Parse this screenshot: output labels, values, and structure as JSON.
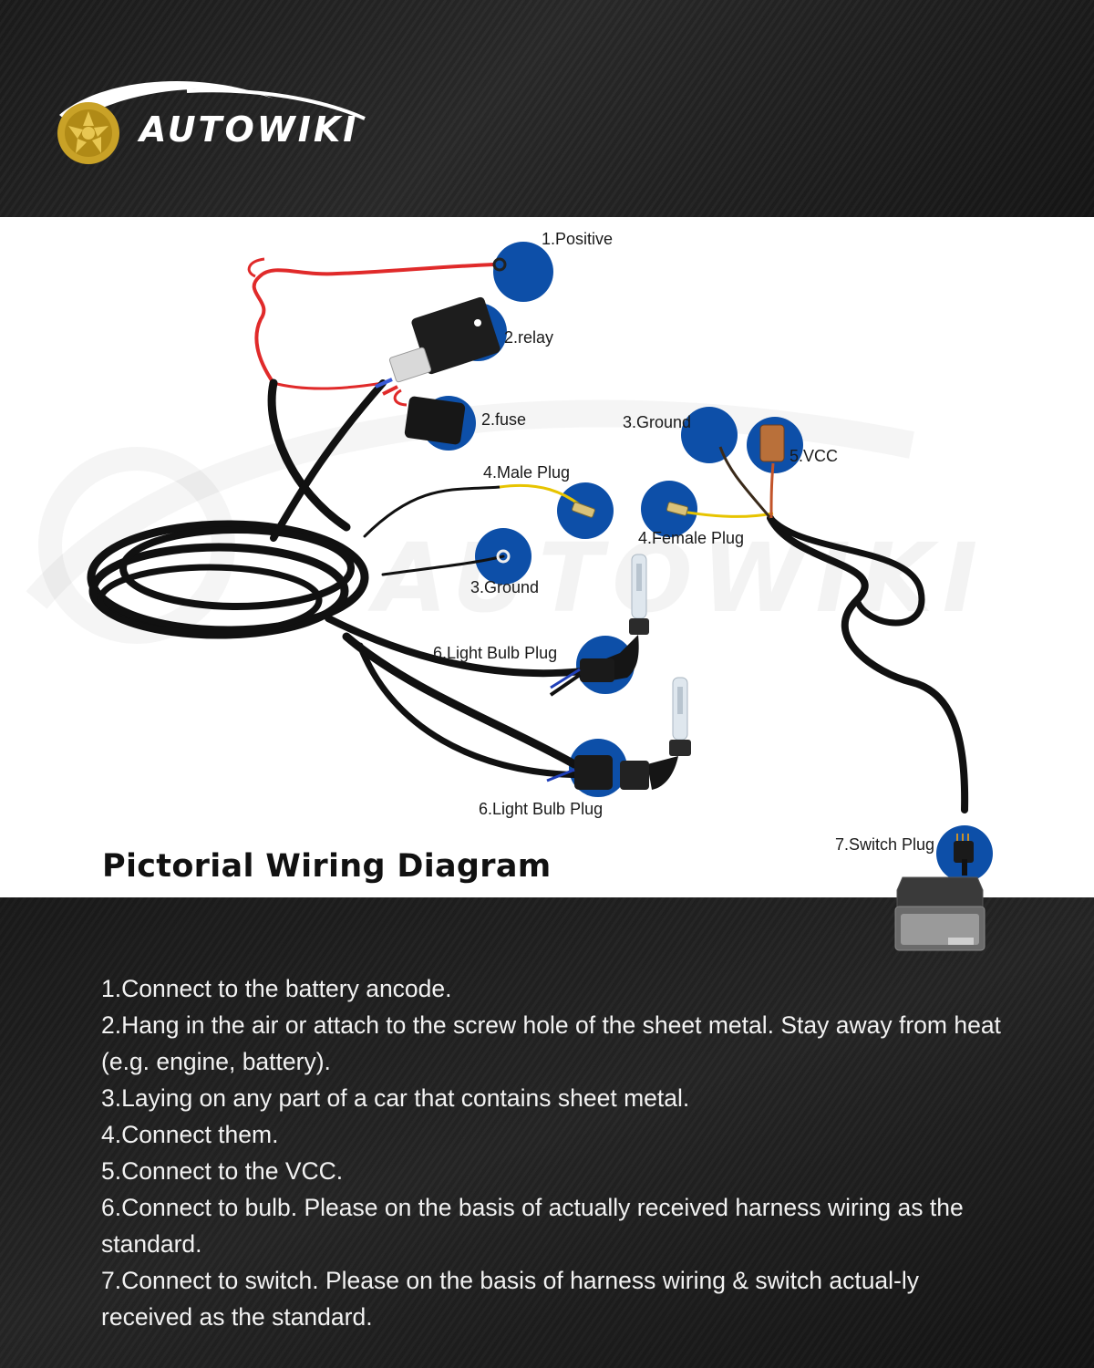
{
  "brand": {
    "name": "AUTOWIKI",
    "logo_color": "#c9a227"
  },
  "diagram": {
    "title": "Pictorial Wiring Diagram",
    "watermark": "AUTOWIKI",
    "marker_color": "#0d4fa8",
    "labels": {
      "positive": "1.Positive",
      "relay": "2.relay",
      "fuse": "2.fuse",
      "ground_top": "3.Ground",
      "vcc": "5.VCC",
      "male_plug": "4.Male Plug",
      "female_plug": "4.Female Plug",
      "ground_bottom": "3.Ground",
      "bulb_plug_1": "6.Light Bulb Plug",
      "bulb_plug_2": "6.Light Bulb Plug",
      "switch_plug": "7.Switch Plug"
    }
  },
  "instructions": [
    "1.Connect to the battery ancode.",
    "2.Hang in the air or attach to the screw hole of the sheet metal. Stay away from heat (e.g. engine, battery).",
    "3.Laying on any part of a car that contains sheet metal.",
    "4.Connect them.",
    "5.Connect to the VCC.",
    "6.Connect to bulb. Please on the basis of actually received harness wiring as the standard.",
    "7.Connect to switch. Please on the basis of  harness wiring & switch actual-ly received as the standard."
  ]
}
